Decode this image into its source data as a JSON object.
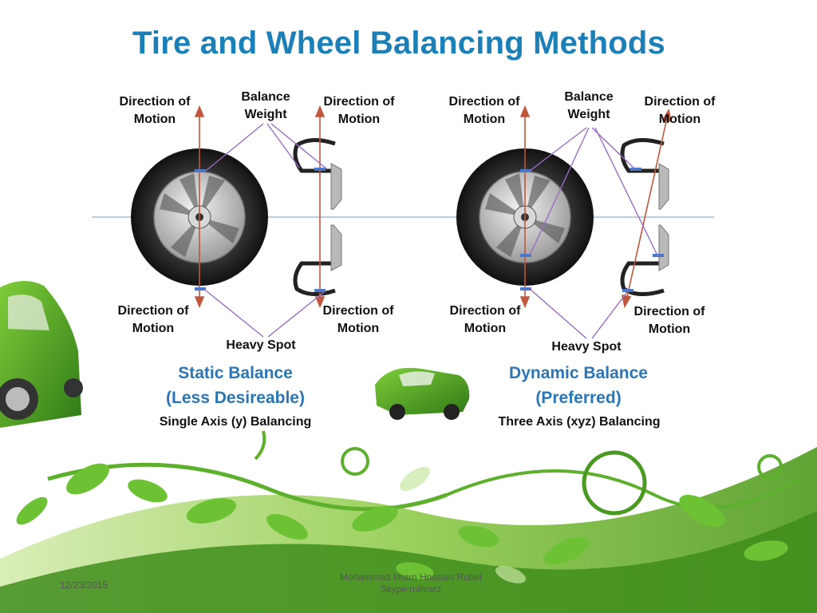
{
  "slide": {
    "title": "Tire and Wheel Balancing Methods"
  },
  "static": {
    "balance_weight": "Balance Weight",
    "dir_top_left": "Direction of Motion",
    "dir_top_right": "Direction of Motion",
    "dir_bottom_left": "Direction of Motion",
    "dir_bottom_right": "Direction of Motion",
    "heavy_spot": "Heavy Spot",
    "heading_line1": "Static Balance",
    "heading_line2": "(Less Desireable)",
    "subtitle": "Single Axis (y) Balancing"
  },
  "dynamic": {
    "balance_weight": "Balance Weight",
    "dir_top_left": "Direction of Motion",
    "dir_top_right": "Direction of Motion",
    "dir_bottom_left": "Direction of Motion",
    "dir_bottom_right": "Direction of Motion",
    "heavy_spot": "Heavy Spot",
    "heading_line1": "Dynamic Balance",
    "heading_line2": "(Preferred)",
    "subtitle": "Three Axis (xyz) Balancing"
  },
  "footer": {
    "date": "12/23/2015",
    "author_line1": "Mohammad Imam Hossain Rubel",
    "author_line2": "Skype:mihrarz"
  },
  "colors": {
    "title": "#1b7fb8",
    "heading": "#2a76b4",
    "arrow": "#c0563c",
    "pointer": "#9a6cc4",
    "axis": "#8fb0cc",
    "leaf": "#5cb02b"
  }
}
